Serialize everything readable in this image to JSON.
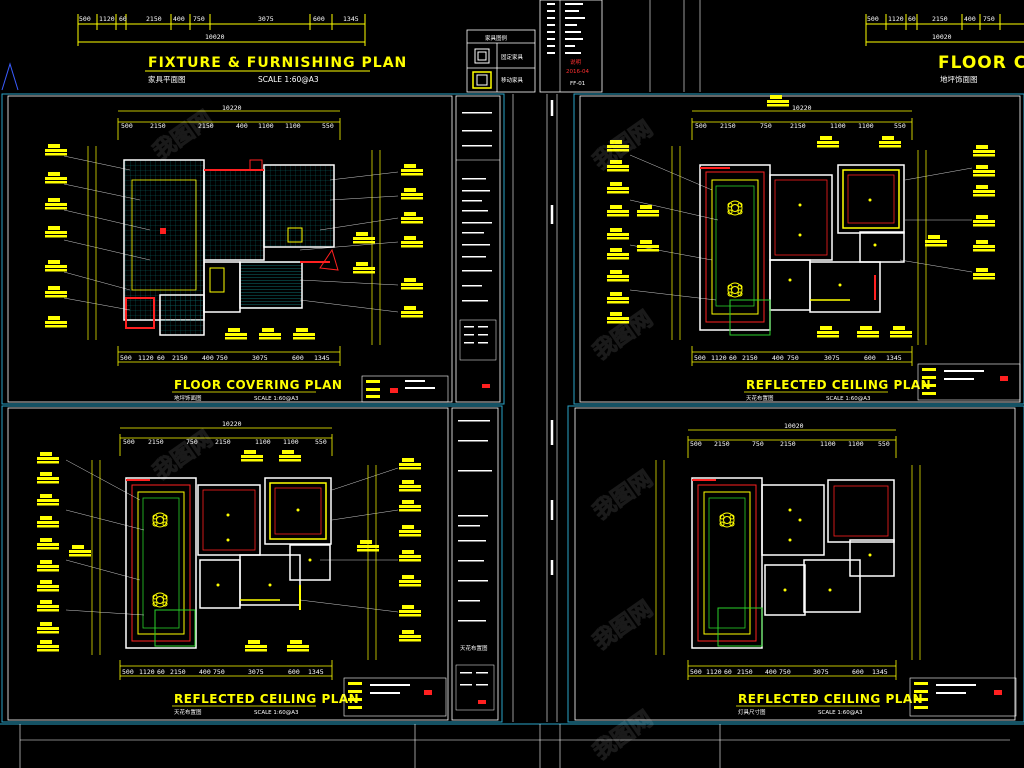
{
  "top": {
    "dims_left": [
      "500",
      "1120",
      "60",
      "2150",
      "400",
      "750",
      "3075",
      "600",
      "1345"
    ],
    "total_left": "10020",
    "dims_right": [
      "500",
      "1120",
      "60",
      "2150",
      "400",
      "750"
    ],
    "total_right": "10020"
  },
  "fixture_title": {
    "title": "FIXTURE & FURNISHING PLAN",
    "cn": "家具平面图",
    "scale": "SCALE   1:60@A3"
  },
  "legend_top": {
    "header": "家具图例",
    "row1": "固定家具",
    "row2": "移动家具"
  },
  "floor_title_right": {
    "title": "FLOOR CO",
    "cn": "地坪饰面图"
  },
  "sheet_strip": {
    "red1": "说明",
    "red2": "2016-04",
    "code": "FF-01"
  },
  "panels": [
    {
      "title": "FLOOR COVERING PLAN",
      "cn": "地坪饰面图",
      "scale": "SCALE   1:60@A3",
      "dims_top": [
        "500",
        "2150",
        "2150",
        "400",
        "1100",
        "1100",
        "550"
      ],
      "total": "10220",
      "dims_bottom": [
        "500",
        "1120",
        "60",
        "2150",
        "400",
        "750",
        "3075",
        "600",
        "1345"
      ]
    },
    {
      "title": "REFLECTED CEILING PLAN",
      "cn": "天花布置图",
      "scale": "SCALE   1:60@A3",
      "dims_top": [
        "500",
        "2150",
        "750",
        "2150",
        "1100",
        "1100",
        "550"
      ],
      "total": "10220",
      "dims_bottom": [
        "500",
        "1120",
        "60",
        "2150",
        "400",
        "750",
        "3075",
        "600",
        "1345"
      ]
    },
    {
      "title": "REFLECTED CEILING PLAN",
      "cn": "天花布置图",
      "scale": "SCALE   1:60@A3",
      "dims_top": [
        "500",
        "2150",
        "750",
        "2150",
        "1100",
        "1100",
        "550"
      ],
      "total": "10220",
      "dims_bottom": [
        "500",
        "1120",
        "60",
        "2150",
        "400",
        "750",
        "3075",
        "600",
        "1345"
      ]
    },
    {
      "title": "REFLECTED CEILING PLAN",
      "cn": "灯具尺寸图",
      "scale": "SCALE   1:60@A3",
      "dims_top": [
        "500",
        "2150",
        "750",
        "2150",
        "1100",
        "1100",
        "550"
      ],
      "total": "10020",
      "dims_bottom": [
        "500",
        "1120",
        "60",
        "2150",
        "400",
        "750",
        "3075",
        "600",
        "1345"
      ]
    }
  ],
  "middle_strip_label": "天花布置图",
  "watermark": "我图网"
}
